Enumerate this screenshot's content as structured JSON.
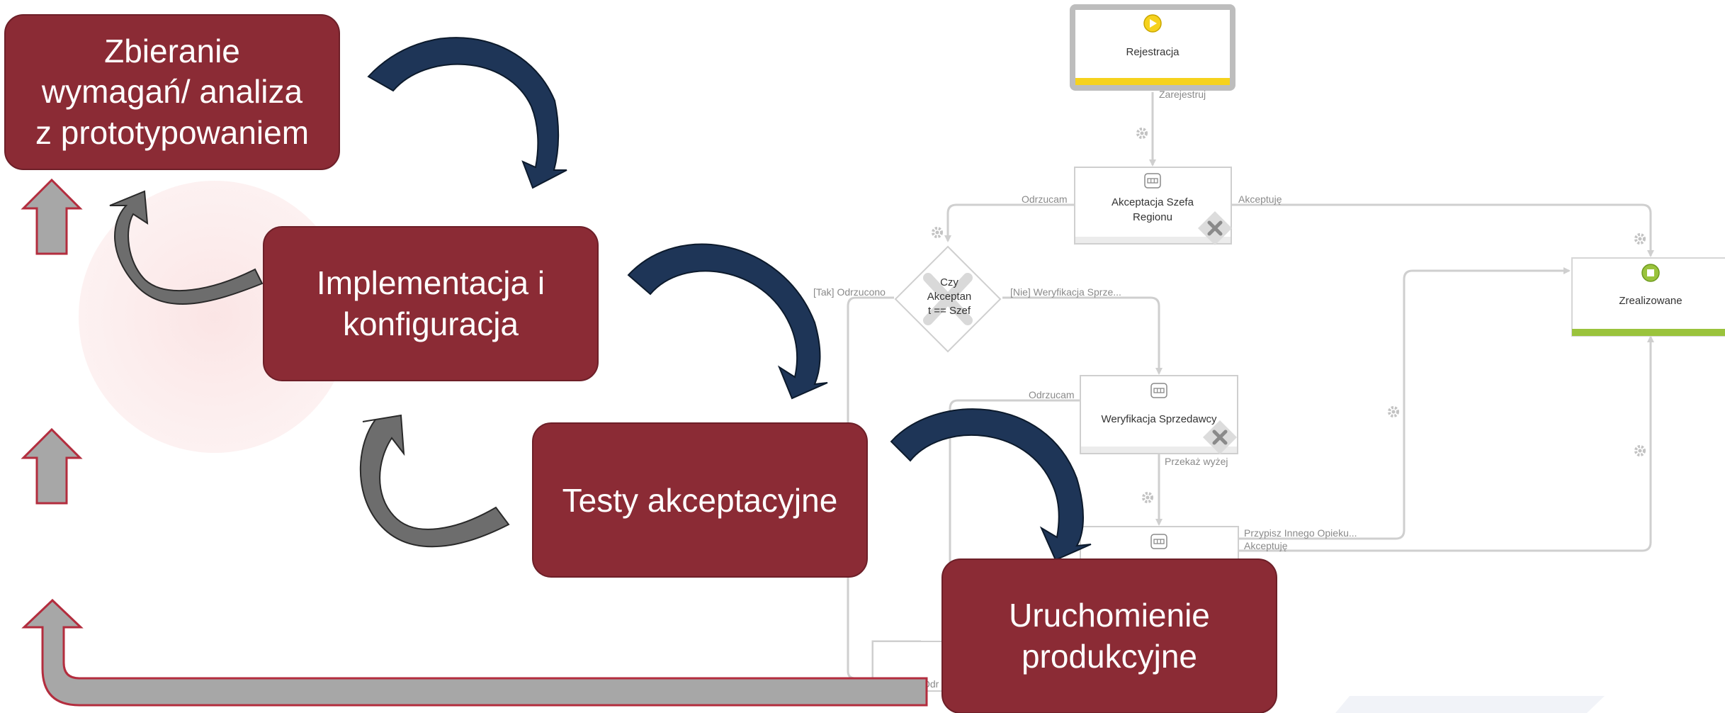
{
  "phases": {
    "requirements": [
      "Zbieranie",
      "wymagań/ analiza",
      "z prototypowaniem"
    ],
    "implementation": [
      "Implementacja i",
      "konfiguracja"
    ],
    "testing": [
      "Testy akceptacyjne"
    ],
    "deployment": [
      "Uruchomienie",
      "produkcyjne"
    ]
  },
  "workflow": {
    "start_node": "Rejestracja",
    "register_transition": "Zarejestruj",
    "regional_approval": [
      "Akceptacja Szefa",
      "Regionu"
    ],
    "reject_label_1": "Odrzucam",
    "accept_label_1": "Akceptuję",
    "decision": [
      "Czy",
      "Akceptan",
      "t == Szef"
    ],
    "yes_rejected": "[Tak] Odrzucono",
    "no_verification": "[Nie] Weryfikacja Sprze...",
    "seller_verification": "Weryfikacja Sprzedawcy",
    "reject_label_2": "Odrzucam",
    "escalate_label": "Przekaż wyżej",
    "assign_other": "Przypisz Innego Opieku...",
    "accept_label_2": "Akceptuję",
    "end_node": "Zrealizowane",
    "reject_fragment": "Odr"
  },
  "colors": {
    "phase_fill": "#8b2b35",
    "phase_border": "#6d1f28",
    "dark_arrow": "#1e3557",
    "grey_arrow": "#6d6d6d",
    "light_arrow": "#a7a7a7",
    "red_outline": "#b32d3e",
    "start_bar": "#f6d21d",
    "end_bar": "#9ac33c",
    "connector": "#cfcfcf"
  }
}
